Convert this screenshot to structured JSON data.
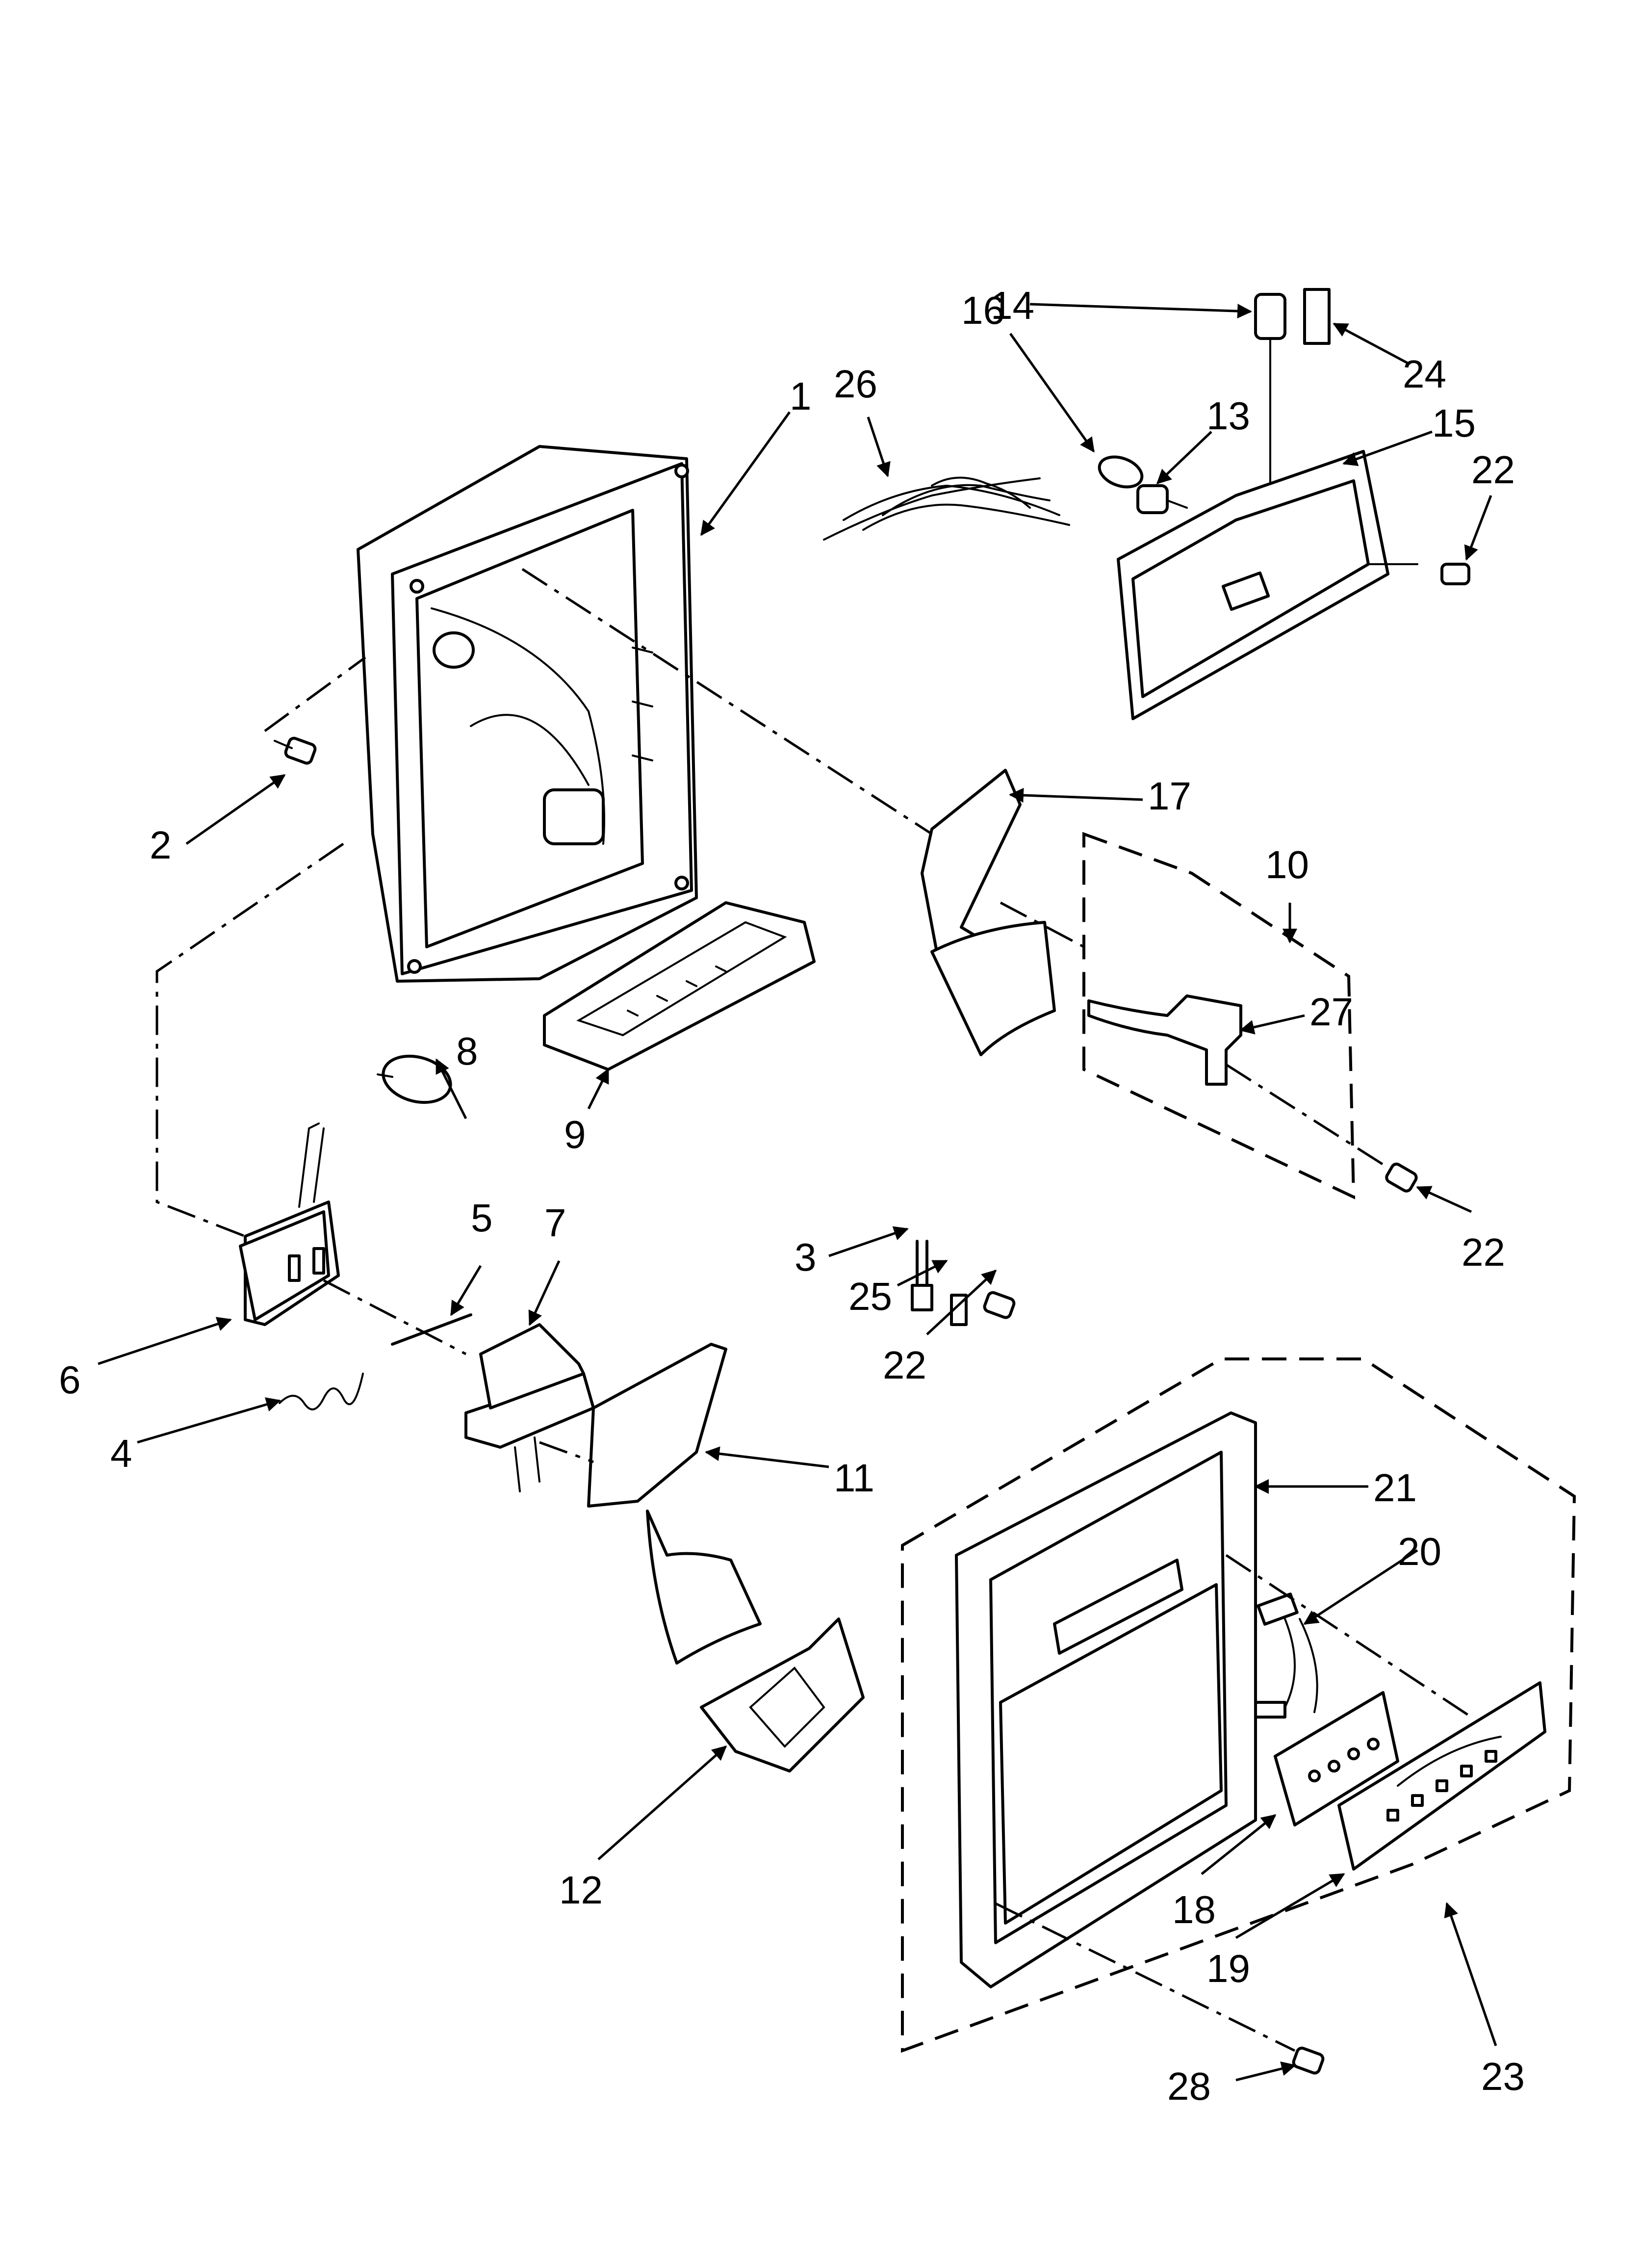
{
  "callouts": {
    "c1": "1",
    "c2": "2",
    "c3": "3",
    "c4": "4",
    "c5": "5",
    "c6": "6",
    "c7": "7",
    "c8": "8",
    "c9": "9",
    "c10": "10",
    "c11": "11",
    "c12": "12",
    "c13": "13",
    "c14": "14",
    "c15": "15",
    "c16": "16",
    "c17": "17",
    "c18": "18",
    "c19": "19",
    "c20": "20",
    "c21": "21",
    "c22a": "22",
    "c22b": "22",
    "c22c": "22",
    "c23": "23",
    "c24": "24",
    "c25": "25",
    "c26": "26",
    "c27": "27",
    "c28": "28"
  },
  "colors": {
    "line": "#000000",
    "background": "#ffffff"
  }
}
